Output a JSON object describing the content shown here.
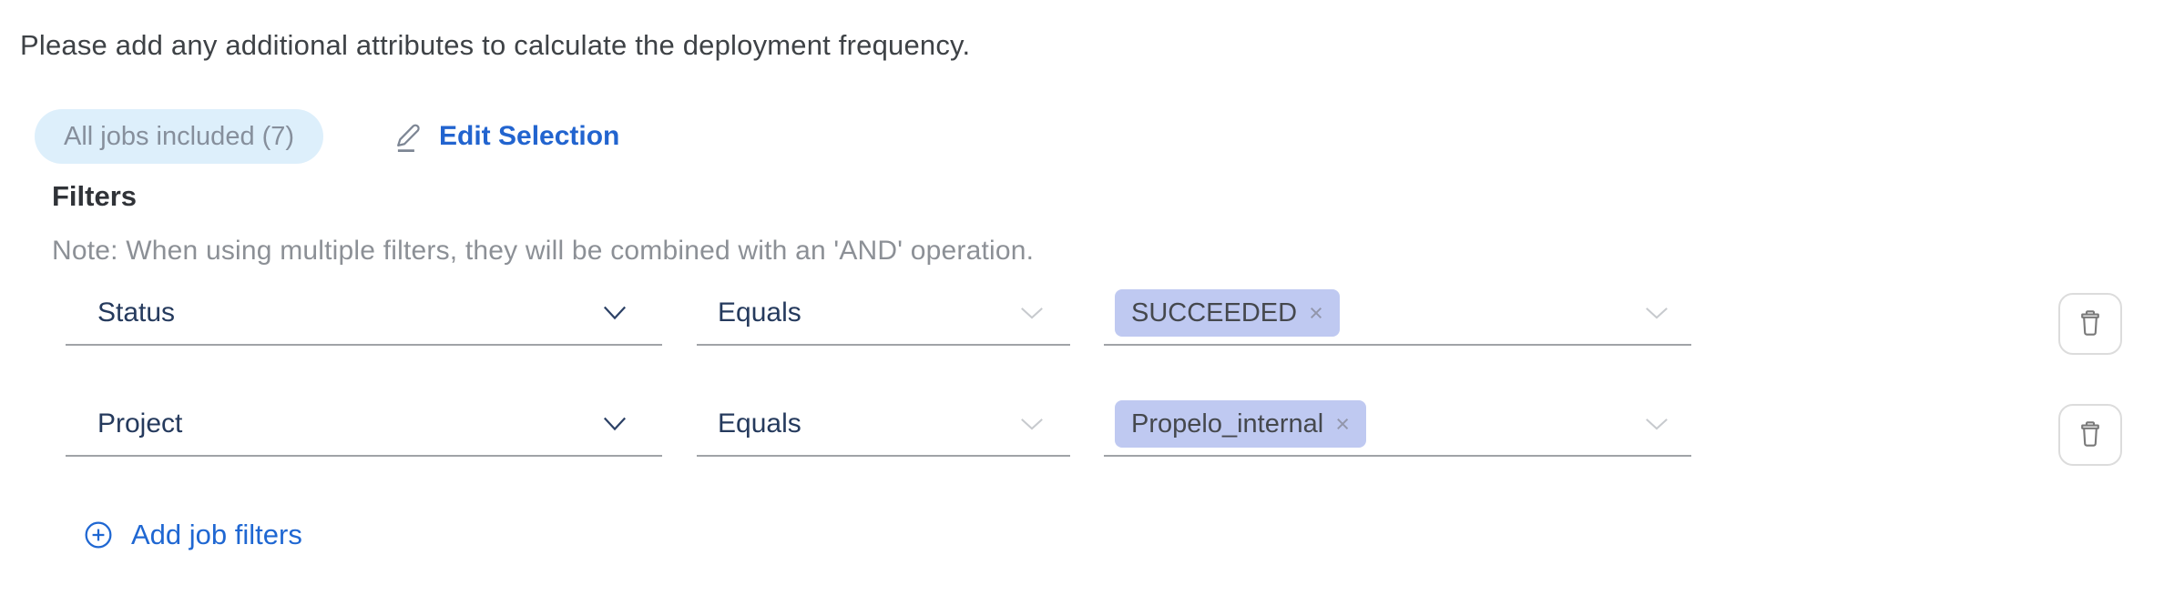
{
  "colors": {
    "accent_blue": "#1f67d2",
    "link_blue": "#2264cf",
    "badge_background": "#ddeffb",
    "badge_text": "#868f9c",
    "tag_background": "#bfc9f1",
    "select_text": "#253a5d",
    "note_text": "#8c9096"
  },
  "header": {
    "instruction": "Please add any additional attributes to calculate the deployment frequency."
  },
  "job_selection": {
    "badge_label": "All jobs included (7)",
    "edit_button_label": "Edit Selection"
  },
  "filters": {
    "section_title": "Filters",
    "note": "Note: When using multiple filters, they will be combined with an 'AND' operation.",
    "add_button_label": "Add job filters",
    "rows": [
      {
        "field": "Status",
        "operator": "Equals",
        "value_tags": [
          {
            "label": "SUCCEEDED",
            "remove_glyph": "×"
          }
        ]
      },
      {
        "field": "Project",
        "operator": "Equals",
        "value_tags": [
          {
            "label": "Propelo_internal",
            "remove_glyph": "×"
          }
        ]
      }
    ]
  }
}
